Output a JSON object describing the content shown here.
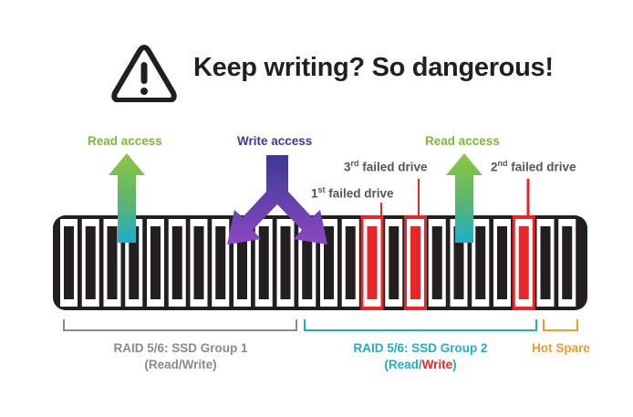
{
  "headline": "Keep writing? So dangerous!",
  "icons": {
    "warning": "warning-triangle-icon"
  },
  "labels": {
    "read_access_left": "Read access",
    "write_access": "Write access",
    "read_access_right": "Read access",
    "failed_1_num": "1",
    "failed_1_sup": "st",
    "failed_1_text": " failed drive",
    "failed_2_num": "2",
    "failed_2_sup": "nd",
    "failed_2_text": " failed drive",
    "failed_3_num": "3",
    "failed_3_sup": "rd",
    "failed_3_text": " failed drive"
  },
  "groups": {
    "group1_title": "RAID 5/6: SSD Group 1",
    "group1_mode": "(Read/Write)",
    "group2_title": "RAID 5/6: SSD Group 2",
    "group2_mode_open": "(Read/",
    "group2_mode_write": "Write",
    "group2_mode_close": ")",
    "hot_spare": "Hot Spare"
  },
  "drives": {
    "count": 24,
    "failed_indices": [
      14,
      16,
      21
    ]
  },
  "colors": {
    "text_dark": "#231f20",
    "read_green": "#7cb83b",
    "write_navy": "#3d3a98",
    "group1_gray": "#8a8a8a",
    "group2_cyan": "#1aaecf",
    "hot_spare_orange": "#f39c1f",
    "failed_red": "#e8262a",
    "drive_bar": "#231f20"
  }
}
